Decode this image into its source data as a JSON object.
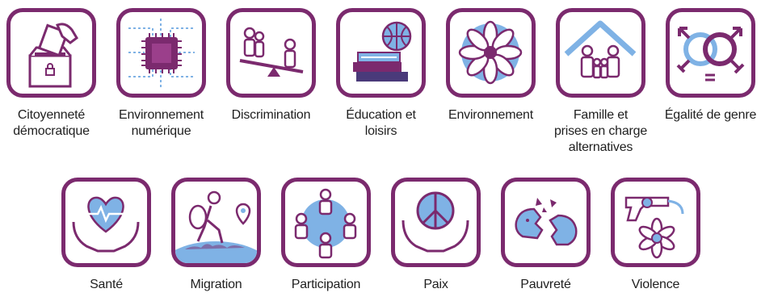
{
  "colors": {
    "frame": "#7b2a6e",
    "accent_purple": "#7b2a6e",
    "accent_blue": "#7fb2e5",
    "text": "#1f1f1f"
  },
  "tiles": [
    {
      "icon": "ballot-box-icon",
      "label_lines": [
        "Citoyenneté",
        "démocratique"
      ]
    },
    {
      "icon": "microchip-icon",
      "label_lines": [
        "Environnement",
        "numérique"
      ]
    },
    {
      "icon": "seesaw-icon",
      "label_lines": [
        "Discrimination"
      ]
    },
    {
      "icon": "books-ball-icon",
      "label_lines": [
        "Éducation et",
        "loisirs"
      ]
    },
    {
      "icon": "flower-icon",
      "label_lines": [
        "Environnement"
      ]
    },
    {
      "icon": "family-house-icon",
      "label_lines": [
        "Famille et",
        "prises en charge",
        "alternatives"
      ]
    },
    {
      "icon": "gender-symbols-icon",
      "label_lines": [
        "Égalité de genre"
      ]
    },
    {
      "icon": "heart-hands-icon",
      "label_lines": [
        "Santé"
      ]
    },
    {
      "icon": "migrant-globe-icon",
      "label_lines": [
        "Migration"
      ]
    },
    {
      "icon": "people-circle-icon",
      "label_lines": [
        "Participation"
      ]
    },
    {
      "icon": "peace-hands-icon",
      "label_lines": [
        "Paix"
      ]
    },
    {
      "icon": "broken-piggy-icon",
      "label_lines": [
        "Pauvreté"
      ]
    },
    {
      "icon": "gun-flower-icon",
      "label_lines": [
        "Violence"
      ]
    }
  ]
}
